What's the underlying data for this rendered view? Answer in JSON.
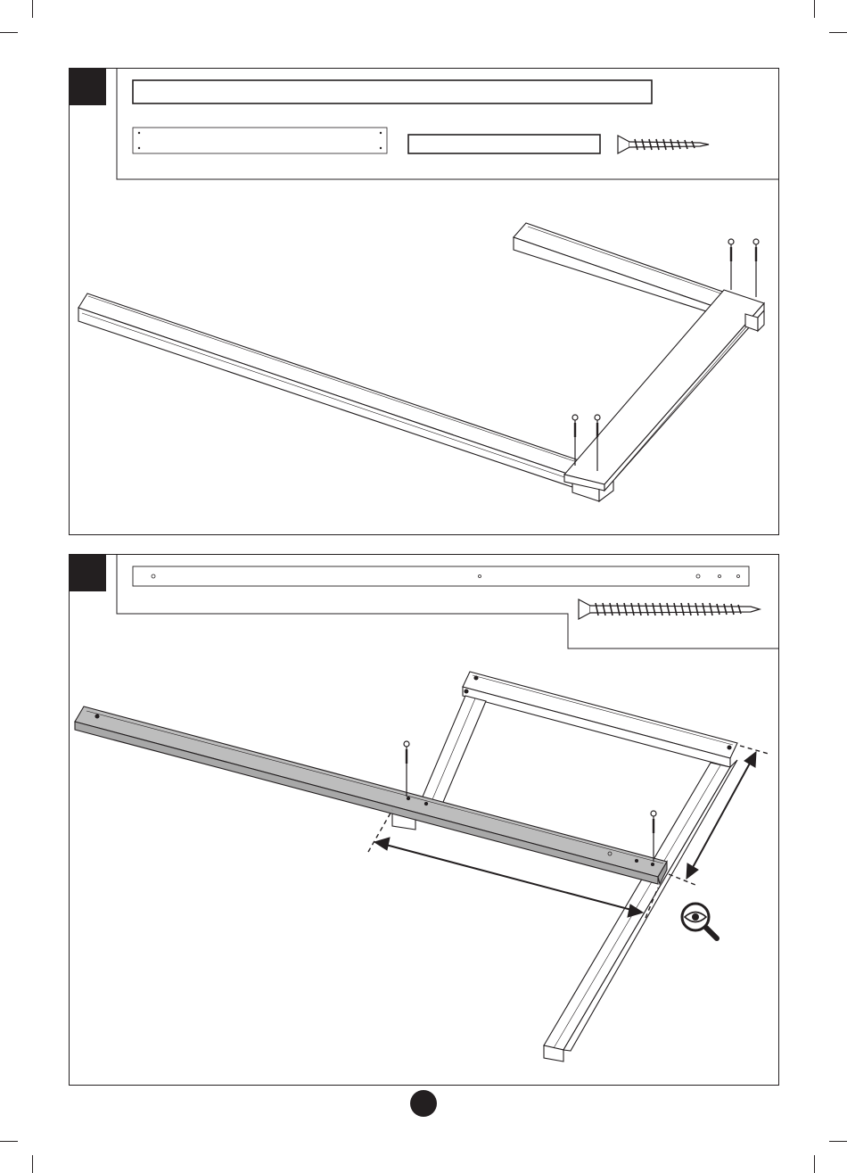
{
  "page": {
    "colors": {
      "ink": "#231f20",
      "paper": "#ffffff",
      "highlight": "#bdbdbd"
    }
  },
  "steps": [
    {
      "parts": [
        {
          "type": "long-board"
        },
        {
          "type": "short-board"
        },
        {
          "type": "plain-board"
        },
        {
          "type": "screw",
          "icon": "screw-icon"
        }
      ]
    },
    {
      "parts": [
        {
          "type": "long-rail"
        },
        {
          "type": "long-screw",
          "icon": "screw-icon"
        }
      ],
      "inspect_icon": "magnifier-eye-icon"
    }
  ]
}
